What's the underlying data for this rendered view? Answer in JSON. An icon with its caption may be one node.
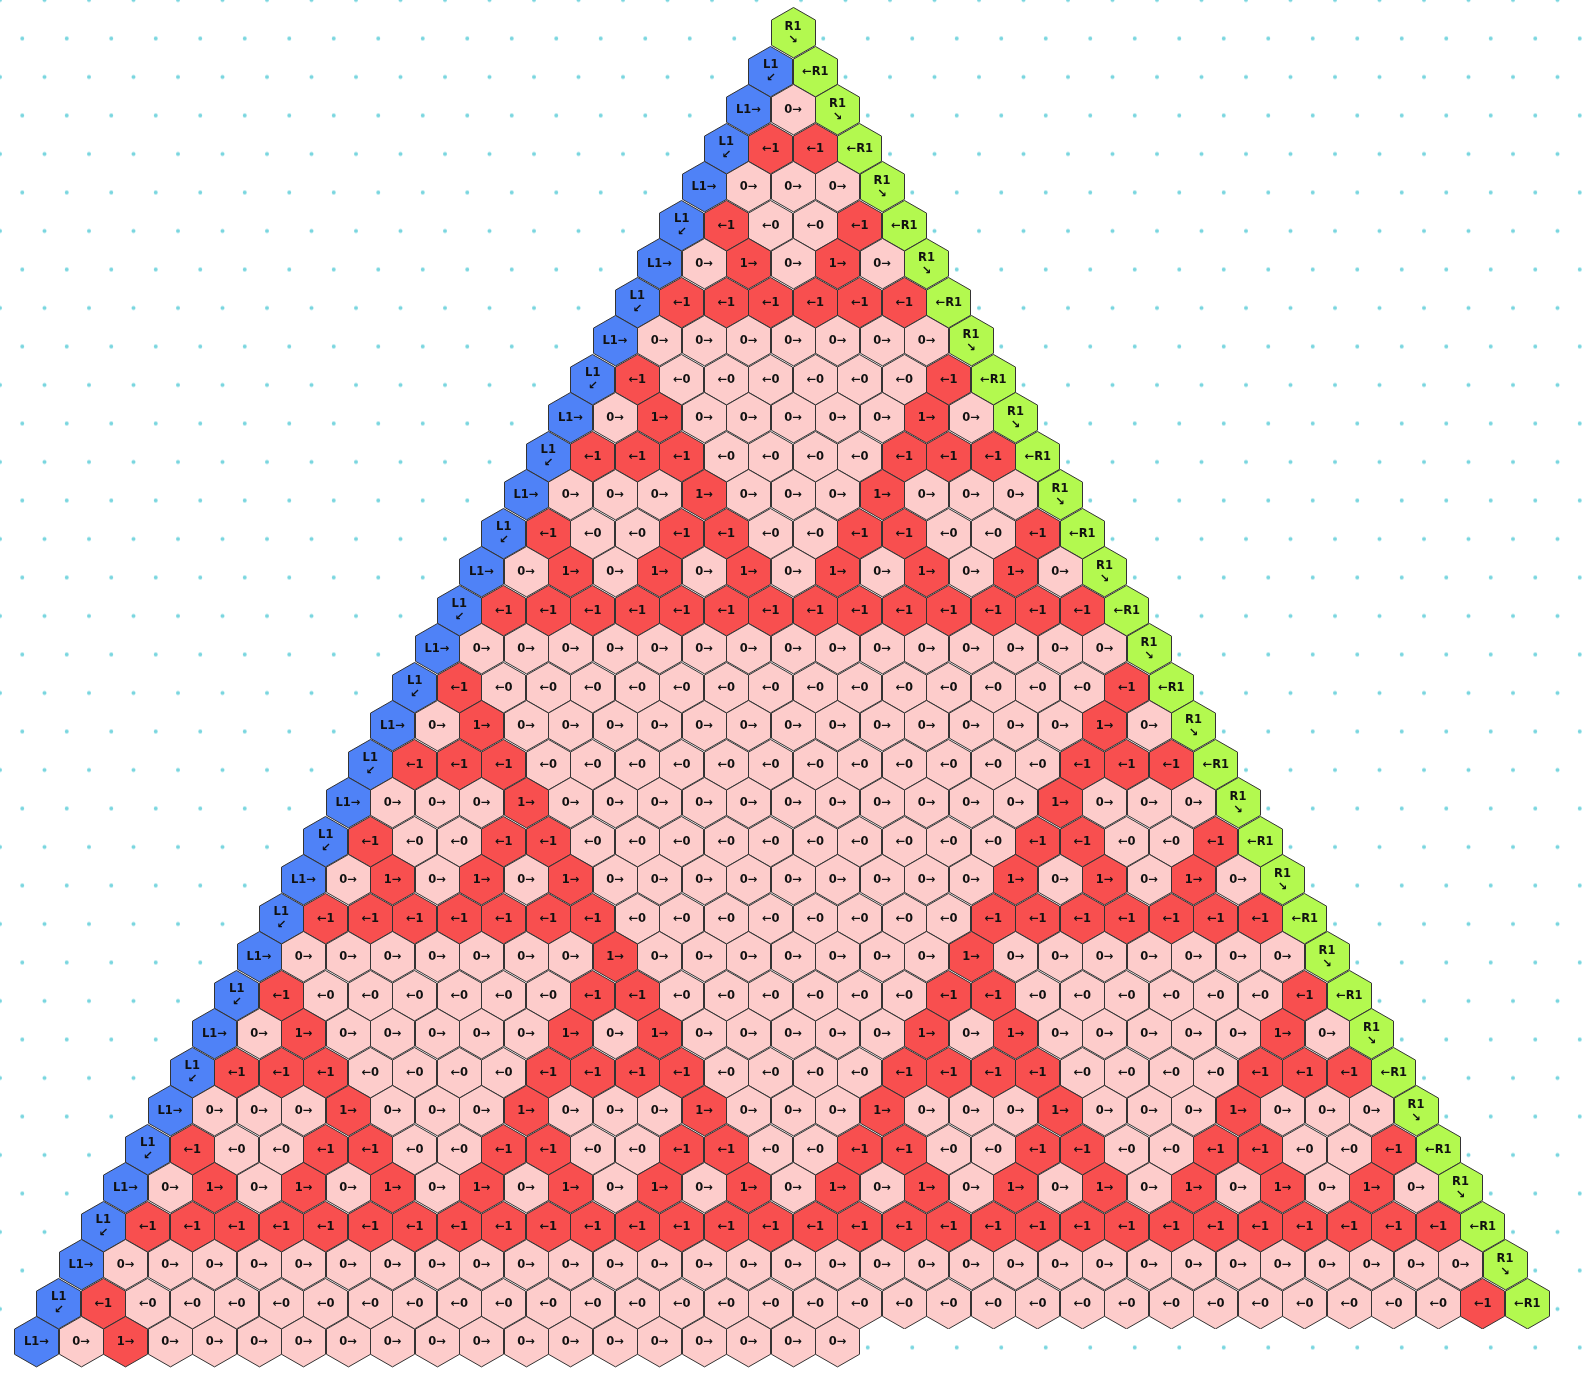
{
  "diagram": {
    "nodes": [
      {
        "text": [
          "R1 ↘"
        ]
      },
      {
        "text": [
          "L1 ↙"
        ]
      },
      {
        "text": [
          "←R1"
        ]
      },
      {
        "text": [
          "L1→"
        ]
      },
      {
        "text": [
          "0→"
        ]
      },
      {
        "text": [
          "R1 ↘"
        ]
      },
      {
        "text": [
          "L1 ↙"
        ]
      },
      {
        "text": [
          "←1"
        ]
      },
      {
        "text": [
          "←1"
        ]
      },
      {
        "text": [
          "←R1"
        ]
      },
      {
        "text": [
          "L1→"
        ]
      },
      {
        "text": [
          "0→"
        ]
      },
      {
        "text": [
          "0→"
        ]
      },
      {
        "text": [
          "0→"
        ]
      },
      {
        "text": [
          "R1 ↘"
        ]
      },
      {
        "text": [
          "L1 ↙"
        ]
      },
      {
        "text": [
          "←1"
        ]
      },
      {
        "text": [
          "←0"
        ]
      },
      {
        "text": [
          "←0"
        ]
      },
      {
        "text": [
          "←1"
        ]
      },
      {
        "text": [
          "←R1"
        ]
      },
      {
        "text": [
          "L1→"
        ]
      },
      {
        "text": [
          "0→"
        ]
      },
      {
        "text": [
          "1→"
        ]
      },
      {
        "text": [
          "0→"
        ]
      },
      {
        "text": [
          "1→"
        ]
      },
      {
        "text": [
          "0→"
        ]
      },
      {
        "text": [
          "R1 ↘"
        ]
      },
      {
        "text": [
          "L1 ↙"
        ]
      },
      {
        "text": [
          "←1"
        ]
      },
      {
        "text": [
          "←1"
        ]
      },
      {
        "text": [
          "←1"
        ]
      },
      {
        "text": [
          "←1"
        ]
      },
      {
        "text": [
          "←1"
        ]
      },
      {
        "text": [
          "←1"
        ]
      },
      {
        "text": [
          "←R1"
        ]
      },
      {
        "text": [
          "L1→"
        ]
      },
      {
        "text": [
          "0→"
        ]
      },
      {
        "text": [
          "0→"
        ]
      },
      {
        "text": [
          "0→"
        ]
      },
      {
        "text": [
          "0→"
        ]
      },
      {
        "text": [
          "0→"
        ]
      },
      {
        "text": [
          "0→"
        ]
      },
      {
        "text": [
          "0→"
        ]
      },
      {
        "text": [
          "R1 ↘"
        ]
      },
      {
        "text": [
          "L1 ↙"
        ]
      },
      {
        "text": [
          "←1"
        ]
      },
      {
        "text": [
          "←0"
        ]
      },
      {
        "text": [
          "←0"
        ]
      },
      {
        "text": [
          "←0"
        ]
      },
      {
        "text": [
          "←0"
        ]
      },
      {
        "text": [
          "←0"
        ]
      },
      {
        "text": [
          "←0"
        ]
      },
      {
        "text": [
          "←1"
        ]
      },
      {
        "text": [
          "←R1"
        ]
      },
      {
        "text": [
          "L1→"
        ]
      },
      {
        "text": [
          "0→"
        ]
      },
      {
        "text": [
          "1→"
        ]
      },
      {
        "text": [
          "0→"
        ]
      },
      {
        "text": [
          "0→"
        ]
      },
      {
        "text": [
          "0→"
        ]
      },
      {
        "text": [
          "0→"
        ]
      },
      {
        "text": [
          "0→"
        ]
      },
      {
        "text": [
          "1→"
        ]
      },
      {
        "text": [
          "0→"
        ]
      },
      {
        "text": [
          "R1 ↘"
        ]
      },
      {
        "text": [
          "L1 ↙"
        ]
      },
      {
        "text": [
          "←1"
        ]
      },
      {
        "text": [
          "←1"
        ]
      },
      {
        "text": [
          "←1"
        ]
      },
      {
        "text": [
          "←0"
        ]
      },
      {
        "text": [
          "←0"
        ]
      },
      {
        "text": [
          "←0"
        ]
      },
      {
        "text": [
          "←0"
        ]
      },
      {
        "text": [
          "←1"
        ]
      },
      {
        "text": [
          "←1"
        ]
      },
      {
        "text": [
          "←1"
        ]
      },
      {
        "text": [
          "←R1"
        ]
      },
      {
        "text": [
          "L1→"
        ]
      },
      {
        "text": [
          "0→"
        ]
      },
      {
        "text": [
          "0→"
        ]
      },
      {
        "text": [
          "0→"
        ]
      },
      {
        "text": [
          "1→"
        ]
      },
      {
        "text": [
          "0→"
        ]
      },
      {
        "text": [
          "0→"
        ]
      },
      {
        "text": [
          "0→"
        ]
      },
      {
        "text": [
          "1→"
        ]
      },
      {
        "text": [
          "0→"
        ]
      },
      {
        "text": [
          "0→"
        ]
      },
      {
        "text": [
          "0→"
        ]
      },
      {
        "text": [
          "R1 ↘"
        ]
      },
      {
        "text": [
          "L1 ↙"
        ]
      },
      {
        "text": [
          "←1"
        ]
      },
      {
        "text": [
          "←0"
        ]
      },
      {
        "text": [
          "←0"
        ]
      },
      {
        "text": [
          "←1"
        ]
      },
      {
        "text": [
          "←1"
        ]
      },
      {
        "text": [
          "←0"
        ]
      },
      {
        "text": [
          "←0"
        ]
      },
      {
        "text": [
          "←1"
        ]
      },
      {
        "text": [
          "←1"
        ]
      },
      {
        "text": [
          "←0"
        ]
      },
      {
        "text": [
          "←0"
        ]
      },
      {
        "text": [
          "←1"
        ]
      },
      {
        "text": [
          "←R1"
        ]
      },
      {
        "text": [
          "L1→"
        ]
      },
      {
        "text": [
          "0→"
        ]
      },
      {
        "text": [
          "1→"
        ]
      },
      {
        "text": [
          "0→"
        ]
      },
      {
        "text": [
          "1→"
        ]
      },
      {
        "text": [
          "0→"
        ]
      },
      {
        "text": [
          "1→"
        ]
      },
      {
        "text": [
          "0→"
        ]
      },
      {
        "text": [
          "1→"
        ]
      },
      {
        "text": [
          "0→"
        ]
      },
      {
        "text": [
          "1→"
        ]
      },
      {
        "text": [
          "0→"
        ]
      },
      {
        "text": [
          "1→"
        ]
      },
      {
        "text": [
          "0→"
        ]
      },
      {
        "text": [
          "R1 ↘"
        ]
      },
      {
        "text": [
          "L1 ↙"
        ]
      },
      {
        "text": [
          "←1"
        ]
      },
      {
        "text": [
          "←1"
        ]
      },
      {
        "text": [
          "←1"
        ]
      },
      {
        "text": [
          "←1"
        ]
      },
      {
        "text": [
          "←1"
        ]
      },
      {
        "text": [
          "←1"
        ]
      },
      {
        "text": [
          "←1"
        ]
      },
      {
        "text": [
          "←1"
        ]
      },
      {
        "text": [
          "←1"
        ]
      },
      {
        "text": [
          "←1"
        ]
      },
      {
        "text": [
          "←1"
        ]
      },
      {
        "text": [
          "←1"
        ]
      },
      {
        "text": [
          "←1"
        ]
      },
      {
        "text": [
          "←1"
        ]
      },
      {
        "text": [
          "←R1"
        ]
      },
      {
        "text": [
          "L1→"
        ]
      },
      {
        "text": [
          "0→"
        ]
      },
      {
        "text": [
          "0→"
        ]
      },
      {
        "text": [
          "0→"
        ]
      },
      {
        "text": [
          "0→"
        ]
      },
      {
        "text": [
          "0→"
        ]
      },
      {
        "text": [
          "0→"
        ]
      },
      {
        "text": [
          "0→"
        ]
      },
      {
        "text": [
          "0→"
        ]
      },
      {
        "text": [
          "0→"
        ]
      },
      {
        "text": [
          "0→"
        ]
      },
      {
        "text": [
          "0→"
        ]
      },
      {
        "text": [
          "0→"
        ]
      },
      {
        "text": [
          "0→"
        ]
      },
      {
        "text": [
          "0→"
        ]
      },
      {
        "text": [
          "0→"
        ]
      },
      {
        "text": [
          "R1 ↘"
        ]
      },
      {
        "text": [
          "L1 ↙"
        ]
      },
      {
        "text": [
          "←1"
        ]
      },
      {
        "text": [
          "←0"
        ]
      },
      {
        "text": [
          "←0"
        ]
      },
      {
        "text": [
          "←0"
        ]
      },
      {
        "text": [
          "←0"
        ]
      },
      {
        "text": [
          "←0"
        ]
      },
      {
        "text": [
          "←0"
        ]
      },
      {
        "text": [
          "←0"
        ]
      },
      {
        "text": [
          "←0"
        ]
      },
      {
        "text": [
          "←0"
        ]
      },
      {
        "text": [
          "←0"
        ]
      },
      {
        "text": [
          "←0"
        ]
      },
      {
        "text": [
          "←0"
        ]
      },
      {
        "text": [
          "←0"
        ]
      },
      {
        "text": [
          "←0"
        ]
      },
      {
        "text": [
          "←1"
        ]
      },
      {
        "text": [
          "←R1"
        ]
      },
      {
        "text": [
          "L1→"
        ]
      },
      {
        "text": [
          "0→"
        ]
      },
      {
        "text": [
          "1→"
        ]
      },
      {
        "text": [
          "0→"
        ]
      },
      {
        "text": [
          "0→"
        ]
      },
      {
        "text": [
          "0→"
        ]
      },
      {
        "text": [
          "0→"
        ]
      },
      {
        "text": [
          "0→"
        ]
      },
      {
        "text": [
          "0→"
        ]
      },
      {
        "text": [
          "0→"
        ]
      },
      {
        "text": [
          "0→"
        ]
      },
      {
        "text": [
          "0→"
        ]
      },
      {
        "text": [
          "0→"
        ]
      },
      {
        "text": [
          "0→"
        ]
      },
      {
        "text": [
          "0→"
        ]
      },
      {
        "text": [
          "0→"
        ]
      },
      {
        "text": [
          "1→"
        ]
      },
      {
        "text": [
          "0→"
        ]
      },
      {
        "text": [
          "R1 ↘"
        ]
      },
      {
        "text": [
          "L1 ↙"
        ]
      },
      {
        "text": [
          "←1"
        ]
      },
      {
        "text": [
          "←1"
        ]
      },
      {
        "text": [
          "←1"
        ]
      },
      {
        "text": [
          "←0"
        ]
      },
      {
        "text": [
          "←0"
        ]
      },
      {
        "text": [
          "←0"
        ]
      },
      {
        "text": [
          "←0"
        ]
      },
      {
        "text": [
          "←0"
        ]
      },
      {
        "text": [
          "←0"
        ]
      },
      {
        "text": [
          "←0"
        ]
      },
      {
        "text": [
          "←0"
        ]
      },
      {
        "text": [
          "←0"
        ]
      },
      {
        "text": [
          "←0"
        ]
      },
      {
        "text": [
          "←0"
        ]
      },
      {
        "text": [
          "←0"
        ]
      },
      {
        "text": [
          "←1"
        ]
      },
      {
        "text": [
          "←1"
        ]
      },
      {
        "text": [
          "←1"
        ]
      },
      {
        "text": [
          "←R1"
        ]
      },
      {
        "text": [
          "L1→"
        ]
      },
      {
        "text": [
          "0→"
        ]
      },
      {
        "text": [
          "0→"
        ]
      },
      {
        "text": [
          "0→"
        ]
      },
      {
        "text": [
          "1→"
        ]
      },
      {
        "text": [
          "0→"
        ]
      },
      {
        "text": [
          "0→"
        ]
      },
      {
        "text": [
          "0→"
        ]
      },
      {
        "text": [
          "0→"
        ]
      },
      {
        "text": [
          "0→"
        ]
      },
      {
        "text": [
          "0→"
        ]
      },
      {
        "text": [
          "0→"
        ]
      },
      {
        "text": [
          "0→"
        ]
      },
      {
        "text": [
          "0→"
        ]
      },
      {
        "text": [
          "0→"
        ]
      },
      {
        "text": [
          "0→"
        ]
      },
      {
        "text": [
          "1→"
        ]
      },
      {
        "text": [
          "0→"
        ]
      },
      {
        "text": [
          "0→"
        ]
      },
      {
        "text": [
          "0→"
        ]
      },
      {
        "text": [
          "R1 ↘"
        ]
      },
      {
        "text": [
          "L1 ↙"
        ]
      },
      {
        "text": [
          "←1"
        ]
      },
      {
        "text": [
          "←0"
        ]
      },
      {
        "text": [
          "←0"
        ]
      },
      {
        "text": [
          "←1"
        ]
      },
      {
        "text": [
          "←1"
        ]
      },
      {
        "text": [
          "←0"
        ]
      },
      {
        "text": [
          "←0"
        ]
      },
      {
        "text": [
          "←0"
        ]
      },
      {
        "text": [
          "←0"
        ]
      },
      {
        "text": [
          "←0"
        ]
      },
      {
        "text": [
          "←0"
        ]
      },
      {
        "text": [
          "←0"
        ]
      },
      {
        "text": [
          "←0"
        ]
      },
      {
        "text": [
          "←0"
        ]
      },
      {
        "text": [
          "←0"
        ]
      },
      {
        "text": [
          "←1"
        ]
      },
      {
        "text": [
          "←1"
        ]
      },
      {
        "text": [
          "←0"
        ]
      },
      {
        "text": [
          "←0"
        ]
      },
      {
        "text": [
          "←1"
        ]
      },
      {
        "text": [
          "←R1"
        ]
      },
      {
        "text": [
          "L1→"
        ]
      },
      {
        "text": [
          "0→"
        ]
      },
      {
        "text": [
          "1→"
        ]
      },
      {
        "text": [
          "0→"
        ]
      },
      {
        "text": [
          "1→"
        ]
      },
      {
        "text": [
          "0→"
        ]
      },
      {
        "text": [
          "1→"
        ]
      },
      {
        "text": [
          "0→"
        ]
      },
      {
        "text": [
          "0→"
        ]
      },
      {
        "text": [
          "0→"
        ]
      },
      {
        "text": [
          "0→"
        ]
      },
      {
        "text": [
          "0→"
        ]
      },
      {
        "text": [
          "0→"
        ]
      },
      {
        "text": [
          "0→"
        ]
      },
      {
        "text": [
          "0→"
        ]
      },
      {
        "text": [
          "0→"
        ]
      },
      {
        "text": [
          "1→"
        ]
      },
      {
        "text": [
          "0→"
        ]
      },
      {
        "text": [
          "1→"
        ]
      },
      {
        "text": [
          "0→"
        ]
      },
      {
        "text": [
          "1→"
        ]
      },
      {
        "text": [
          "0→"
        ]
      },
      {
        "text": [
          "R1 ↘"
        ]
      },
      {
        "text": [
          "L1 ↙"
        ]
      },
      {
        "text": [
          "←1"
        ]
      },
      {
        "text": [
          "←1"
        ]
      },
      {
        "text": [
          "←1"
        ]
      },
      {
        "text": [
          "←1"
        ]
      },
      {
        "text": [
          "←1"
        ]
      },
      {
        "text": [
          "←1"
        ]
      },
      {
        "text": [
          "←1"
        ]
      },
      {
        "text": [
          "←0"
        ]
      },
      {
        "text": [
          "←0"
        ]
      },
      {
        "text": [
          "←0"
        ]
      },
      {
        "text": [
          "←0"
        ]
      },
      {
        "text": [
          "←0"
        ]
      },
      {
        "text": [
          "←0"
        ]
      },
      {
        "text": [
          "←0"
        ]
      },
      {
        "text": [
          "←0"
        ]
      },
      {
        "text": [
          "←1"
        ]
      },
      {
        "text": [
          "←1"
        ]
      },
      {
        "text": [
          "←1"
        ]
      },
      {
        "text": [
          "←1"
        ]
      },
      {
        "text": [
          "←1"
        ]
      },
      {
        "text": [
          "←1"
        ]
      },
      {
        "text": [
          "←1"
        ]
      },
      {
        "text": [
          "←R1"
        ]
      },
      {
        "text": [
          "L1→"
        ]
      },
      {
        "text": [
          "0→"
        ]
      },
      {
        "text": [
          "0→"
        ]
      },
      {
        "text": [
          "0→"
        ]
      },
      {
        "text": [
          "0→"
        ]
      },
      {
        "text": [
          "0→"
        ]
      },
      {
        "text": [
          "0→"
        ]
      },
      {
        "text": [
          "0→"
        ]
      },
      {
        "text": [
          "1→"
        ]
      },
      {
        "text": [
          "0→"
        ]
      },
      {
        "text": [
          "0→"
        ]
      },
      {
        "text": [
          "0→"
        ]
      },
      {
        "text": [
          "0→"
        ]
      },
      {
        "text": [
          "0→"
        ]
      },
      {
        "text": [
          "0→"
        ]
      },
      {
        "text": [
          "0→"
        ]
      },
      {
        "text": [
          "1→"
        ]
      },
      {
        "text": [
          "0→"
        ]
      },
      {
        "text": [
          "0→"
        ]
      },
      {
        "text": [
          "0→"
        ]
      },
      {
        "text": [
          "0→"
        ]
      },
      {
        "text": [
          "0→"
        ]
      },
      {
        "text": [
          "0→"
        ]
      },
      {
        "text": [
          "0→"
        ]
      },
      {
        "text": [
          "R1 ↘"
        ]
      },
      {
        "text": [
          "L1 ↙"
        ]
      },
      {
        "text": [
          "←1"
        ]
      },
      {
        "text": [
          "←0"
        ]
      },
      {
        "text": [
          "←0"
        ]
      },
      {
        "text": [
          "←0"
        ]
      },
      {
        "text": [
          "←0"
        ]
      },
      {
        "text": [
          "←0"
        ]
      },
      {
        "text": [
          "←0"
        ]
      },
      {
        "text": [
          "←1"
        ]
      },
      {
        "text": [
          "←1"
        ]
      },
      {
        "text": [
          "←0"
        ]
      },
      {
        "text": [
          "←0"
        ]
      },
      {
        "text": [
          "←0"
        ]
      },
      {
        "text": [
          "←0"
        ]
      },
      {
        "text": [
          "←0"
        ]
      },
      {
        "text": [
          "←0"
        ]
      },
      {
        "text": [
          "←1"
        ]
      },
      {
        "text": [
          "←1"
        ]
      },
      {
        "text": [
          "←0"
        ]
      },
      {
        "text": [
          "←0"
        ]
      },
      {
        "text": [
          "←0"
        ]
      },
      {
        "text": [
          "←0"
        ]
      },
      {
        "text": [
          "←0"
        ]
      },
      {
        "text": [
          "←0"
        ]
      },
      {
        "text": [
          "←1"
        ]
      },
      {
        "text": [
          "←R1"
        ]
      },
      {
        "text": [
          "L1→"
        ]
      },
      {
        "text": [
          "0→"
        ]
      },
      {
        "text": [
          "1→"
        ]
      },
      {
        "text": [
          "0→"
        ]
      },
      {
        "text": [
          "0→"
        ]
      },
      {
        "text": [
          "0→"
        ]
      },
      {
        "text": [
          "0→"
        ]
      },
      {
        "text": [
          "0→"
        ]
      },
      {
        "text": [
          "1→"
        ]
      },
      {
        "text": [
          "0→"
        ]
      },
      {
        "text": [
          "1→"
        ]
      },
      {
        "text": [
          "0→"
        ]
      },
      {
        "text": [
          "0→"
        ]
      },
      {
        "text": [
          "0→"
        ]
      },
      {
        "text": [
          "0→"
        ]
      },
      {
        "text": [
          "0→"
        ]
      },
      {
        "text": [
          "1→"
        ]
      },
      {
        "text": [
          "0→"
        ]
      },
      {
        "text": [
          "1→"
        ]
      },
      {
        "text": [
          "0→"
        ]
      },
      {
        "text": [
          "0→"
        ]
      },
      {
        "text": [
          "0→"
        ]
      },
      {
        "text": [
          "0→"
        ]
      },
      {
        "text": [
          "0→"
        ]
      },
      {
        "text": [
          "1→"
        ]
      },
      {
        "text": [
          "0→"
        ]
      },
      {
        "text": [
          "R1 ↘"
        ]
      },
      {
        "text": [
          "L1 ↙"
        ]
      },
      {
        "text": [
          "←1"
        ]
      },
      {
        "text": [
          "←1"
        ]
      },
      {
        "text": [
          "←1"
        ]
      },
      {
        "text": [
          "←0"
        ]
      },
      {
        "text": [
          "←0"
        ]
      },
      {
        "text": [
          "←0"
        ]
      },
      {
        "text": [
          "←0"
        ]
      },
      {
        "text": [
          "←1"
        ]
      },
      {
        "text": [
          "←1"
        ]
      },
      {
        "text": [
          "←1"
        ]
      },
      {
        "text": [
          "←1"
        ]
      },
      {
        "text": [
          "←0"
        ]
      },
      {
        "text": [
          "←0"
        ]
      },
      {
        "text": [
          "←0"
        ]
      },
      {
        "text": [
          "←0"
        ]
      },
      {
        "text": [
          "←1"
        ]
      },
      {
        "text": [
          "←1"
        ]
      },
      {
        "text": [
          "←1"
        ]
      },
      {
        "text": [
          "←1"
        ]
      },
      {
        "text": [
          "←0"
        ]
      },
      {
        "text": [
          "←0"
        ]
      },
      {
        "text": [
          "←0"
        ]
      },
      {
        "text": [
          "←0"
        ]
      },
      {
        "text": [
          "←1"
        ]
      },
      {
        "text": [
          "←1"
        ]
      },
      {
        "text": [
          "←1"
        ]
      },
      {
        "text": [
          "←R1"
        ]
      },
      {
        "text": [
          "L1→"
        ]
      },
      {
        "text": [
          "0→"
        ]
      },
      {
        "text": [
          "0→"
        ]
      },
      {
        "text": [
          "0→"
        ]
      },
      {
        "text": [
          "1→"
        ]
      },
      {
        "text": [
          "0→"
        ]
      },
      {
        "text": [
          "0→"
        ]
      },
      {
        "text": [
          "0→"
        ]
      },
      {
        "text": [
          "1→"
        ]
      },
      {
        "text": [
          "0→"
        ]
      },
      {
        "text": [
          "0→"
        ]
      },
      {
        "text": [
          "0→"
        ]
      },
      {
        "text": [
          "1→"
        ]
      },
      {
        "text": [
          "0→"
        ]
      },
      {
        "text": [
          "0→"
        ]
      },
      {
        "text": [
          "0→"
        ]
      },
      {
        "text": [
          "1→"
        ]
      },
      {
        "text": [
          "0→"
        ]
      },
      {
        "text": [
          "0→"
        ]
      },
      {
        "text": [
          "0→"
        ]
      },
      {
        "text": [
          "1→"
        ]
      },
      {
        "text": [
          "0→"
        ]
      },
      {
        "text": [
          "0→"
        ]
      },
      {
        "text": [
          "0→"
        ]
      },
      {
        "text": [
          "1→"
        ]
      },
      {
        "text": [
          "0→"
        ]
      },
      {
        "text": [
          "0→"
        ]
      },
      {
        "text": [
          "0→"
        ]
      },
      {
        "text": [
          "R1 ↘"
        ]
      },
      {
        "text": [
          "L1 ↙"
        ]
      },
      {
        "text": [
          "←1"
        ]
      },
      {
        "text": [
          "←0"
        ]
      },
      {
        "text": [
          "←0"
        ]
      },
      {
        "text": [
          "←1"
        ]
      },
      {
        "text": [
          "←1"
        ]
      },
      {
        "text": [
          "←0"
        ]
      },
      {
        "text": [
          "←0"
        ]
      },
      {
        "text": [
          "←1"
        ]
      },
      {
        "text": [
          "←1"
        ]
      },
      {
        "text": [
          "←0"
        ]
      },
      {
        "text": [
          "←0"
        ]
      },
      {
        "text": [
          "←1"
        ]
      },
      {
        "text": [
          "←1"
        ]
      },
      {
        "text": [
          "←0"
        ]
      },
      {
        "text": [
          "←0"
        ]
      },
      {
        "text": [
          "←1"
        ]
      },
      {
        "text": [
          "←1"
        ]
      },
      {
        "text": [
          "←0"
        ]
      },
      {
        "text": [
          "←0"
        ]
      },
      {
        "text": [
          "←1"
        ]
      },
      {
        "text": [
          "←1"
        ]
      },
      {
        "text": [
          "←0"
        ]
      },
      {
        "text": [
          "←0"
        ]
      },
      {
        "text": [
          "←1"
        ]
      },
      {
        "text": [
          "←1"
        ]
      },
      {
        "text": [
          "←0"
        ]
      },
      {
        "text": [
          "←0"
        ]
      },
      {
        "text": [
          "←1"
        ]
      },
      {
        "text": [
          "←R1"
        ]
      },
      {
        "text": [
          "L1→"
        ]
      },
      {
        "text": [
          "0→"
        ]
      },
      {
        "text": [
          "1→"
        ]
      },
      {
        "text": [
          "0→"
        ]
      },
      {
        "text": [
          "1→"
        ]
      },
      {
        "text": [
          "0→"
        ]
      },
      {
        "text": [
          "1→"
        ]
      },
      {
        "text": [
          "0→"
        ]
      },
      {
        "text": [
          "1→"
        ]
      },
      {
        "text": [
          "0→"
        ]
      },
      {
        "text": [
          "1→"
        ]
      },
      {
        "text": [
          "0→"
        ]
      },
      {
        "text": [
          "1→"
        ]
      },
      {
        "text": [
          "0→"
        ]
      },
      {
        "text": [
          "1→"
        ]
      },
      {
        "text": [
          "0→"
        ]
      },
      {
        "text": [
          "1→"
        ]
      },
      {
        "text": [
          "0→"
        ]
      },
      {
        "text": [
          "1→"
        ]
      },
      {
        "text": [
          "0→"
        ]
      },
      {
        "text": [
          "1→"
        ]
      },
      {
        "text": [
          "0→"
        ]
      },
      {
        "text": [
          "1→"
        ]
      },
      {
        "text": [
          "0→"
        ]
      },
      {
        "text": [
          "1→"
        ]
      },
      {
        "text": [
          "0→"
        ]
      },
      {
        "text": [
          "1→"
        ]
      },
      {
        "text": [
          "0→"
        ]
      },
      {
        "text": [
          "1→"
        ]
      },
      {
        "text": [
          "0→"
        ]
      },
      {
        "text": [
          "R1 ↘"
        ]
      },
      {
        "text": [
          "L1 ↙"
        ]
      },
      {
        "text": [
          "←1"
        ]
      },
      {
        "text": [
          "←1"
        ]
      },
      {
        "text": [
          "←1"
        ]
      },
      {
        "text": [
          "←1"
        ]
      },
      {
        "text": [
          "←1"
        ]
      },
      {
        "text": [
          "←1"
        ]
      },
      {
        "text": [
          "←1"
        ]
      },
      {
        "text": [
          "←1"
        ]
      },
      {
        "text": [
          "←1"
        ]
      },
      {
        "text": [
          "←1"
        ]
      },
      {
        "text": [
          "←1"
        ]
      },
      {
        "text": [
          "←1"
        ]
      },
      {
        "text": [
          "←1"
        ]
      },
      {
        "text": [
          "←1"
        ]
      },
      {
        "text": [
          "←1"
        ]
      },
      {
        "text": [
          "←1"
        ]
      },
      {
        "text": [
          "←1"
        ]
      },
      {
        "text": [
          "←1"
        ]
      },
      {
        "text": [
          "←1"
        ]
      },
      {
        "text": [
          "←1"
        ]
      },
      {
        "text": [
          "←1"
        ]
      },
      {
        "text": [
          "←1"
        ]
      },
      {
        "text": [
          "←1"
        ]
      },
      {
        "text": [
          "←1"
        ]
      },
      {
        "text": [
          "←1"
        ]
      },
      {
        "text": [
          "←1"
        ]
      },
      {
        "text": [
          "←1"
        ]
      },
      {
        "text": [
          "←1"
        ]
      },
      {
        "text": [
          "←1"
        ]
      },
      {
        "text": [
          "←1"
        ]
      },
      {
        "text": [
          "←R1"
        ]
      },
      {
        "text": [
          "L1→"
        ]
      },
      {
        "text": [
          "0→"
        ]
      },
      {
        "text": [
          "0→"
        ]
      },
      {
        "text": [
          "0→"
        ]
      },
      {
        "text": [
          "0→"
        ]
      },
      {
        "text": [
          "0→"
        ]
      },
      {
        "text": [
          "0→"
        ]
      },
      {
        "text": [
          "0→"
        ]
      },
      {
        "text": [
          "0→"
        ]
      },
      {
        "text": [
          "0→"
        ]
      },
      {
        "text": [
          "0→"
        ]
      },
      {
        "text": [
          "0→"
        ]
      },
      {
        "text": [
          "0→"
        ]
      },
      {
        "text": [
          "0→"
        ]
      },
      {
        "text": [
          "0→"
        ]
      },
      {
        "text": [
          "0→"
        ]
      },
      {
        "text": [
          "0→"
        ]
      },
      {
        "text": [
          "0→"
        ]
      },
      {
        "text": [
          "0→"
        ]
      },
      {
        "text": [
          "0→"
        ]
      },
      {
        "text": [
          "0→"
        ]
      },
      {
        "text": [
          "0→"
        ]
      },
      {
        "text": [
          "0→"
        ]
      },
      {
        "text": [
          "0→"
        ]
      },
      {
        "text": [
          "0→"
        ]
      },
      {
        "text": [
          "0→"
        ]
      },
      {
        "text": [
          "0→"
        ]
      },
      {
        "text": [
          "0→"
        ]
      },
      {
        "text": [
          "0→"
        ]
      },
      {
        "text": [
          "0→"
        ]
      },
      {
        "text": [
          "0→"
        ]
      },
      {
        "text": [
          "0→"
        ]
      },
      {
        "text": [
          "R1 ↘"
        ]
      },
      {
        "text": [
          "L1 ↙"
        ]
      },
      {
        "text": [
          "←1"
        ]
      },
      {
        "text": [
          "←0"
        ]
      },
      {
        "text": [
          "←0"
        ]
      },
      {
        "text": [
          "←0"
        ]
      },
      {
        "text": [
          "←0"
        ]
      },
      {
        "text": [
          "←0"
        ]
      },
      {
        "text": [
          "←0"
        ]
      },
      {
        "text": [
          "←0"
        ]
      },
      {
        "text": [
          "←0"
        ]
      },
      {
        "text": [
          "←0"
        ]
      },
      {
        "text": [
          "←0"
        ]
      },
      {
        "text": [
          "←0"
        ]
      },
      {
        "text": [
          "←0"
        ]
      },
      {
        "text": [
          "←0"
        ]
      },
      {
        "text": [
          "←0"
        ]
      },
      {
        "text": [
          "←0"
        ]
      },
      {
        "text": [
          "←0"
        ]
      },
      {
        "text": [
          "←0"
        ]
      },
      {
        "text": [
          "←0"
        ]
      },
      {
        "text": [
          "←0"
        ]
      },
      {
        "text": [
          "←0"
        ]
      },
      {
        "text": [
          "←0"
        ]
      },
      {
        "text": [
          "←0"
        ]
      },
      {
        "text": [
          "←0"
        ]
      },
      {
        "text": [
          "←0"
        ]
      },
      {
        "text": [
          "←0"
        ]
      },
      {
        "text": [
          "←0"
        ]
      },
      {
        "text": [
          "←0"
        ]
      },
      {
        "text": [
          "←0"
        ]
      },
      {
        "text": [
          "←0"
        ]
      },
      {
        "text": [
          "←0"
        ]
      },
      {
        "text": [
          "←1"
        ]
      },
      {
        "text": [
          "←R1"
        ]
      },
      {
        "text": [
          "L1→"
        ]
      },
      {
        "text": [
          "0→"
        ]
      },
      {
        "text": [
          "1→"
        ]
      },
      {
        "text": [
          "0→"
        ]
      },
      {
        "text": [
          "0→"
        ]
      },
      {
        "text": [
          "0→"
        ]
      },
      {
        "text": [
          "0→"
        ]
      },
      {
        "text": [
          "0→"
        ]
      },
      {
        "text": [
          "0→"
        ]
      },
      {
        "text": [
          "0→"
        ]
      },
      {
        "text": [
          "0→"
        ]
      },
      {
        "text": [
          "0→"
        ]
      },
      {
        "text": [
          "0→"
        ]
      },
      {
        "text": [
          "0→"
        ]
      },
      {
        "text": [
          "0→"
        ]
      },
      {
        "text": [
          "0→"
        ]
      },
      {
        "text": [
          "0→"
        ]
      },
      {
        "text": [
          "0→"
        ]
      },
      {
        "text": [
          "0→"
        ]
      }
    ]
  }
}
